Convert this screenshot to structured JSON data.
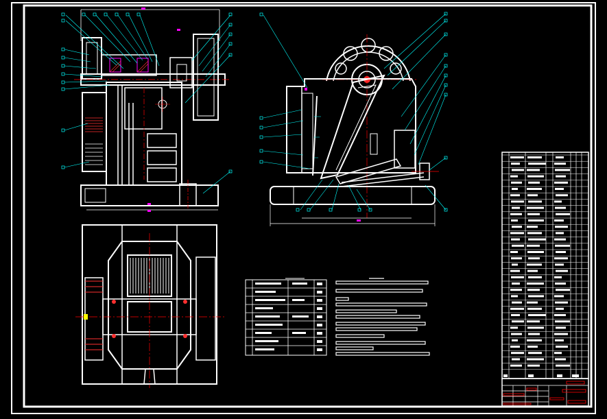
{
  "drawing": {
    "background_color": "#000000",
    "colors": {
      "outline": "#ffffff",
      "centerline": "#ff0000",
      "leader": "#00ffff",
      "dimension": "#00ffff",
      "highlight": "#ff00ff",
      "hatch": "#ff3030",
      "title_block_text": "#ff0000"
    },
    "views": [
      {
        "name": "side-section-view",
        "label": ""
      },
      {
        "name": "front-view",
        "label": ""
      },
      {
        "name": "plan-view",
        "label": ""
      }
    ],
    "tables": [
      {
        "name": "technical-parameters-table",
        "label": ""
      },
      {
        "name": "technical-requirements-notes",
        "label": ""
      },
      {
        "name": "parts-list",
        "label": ""
      },
      {
        "name": "title-block",
        "label": ""
      }
    ]
  }
}
